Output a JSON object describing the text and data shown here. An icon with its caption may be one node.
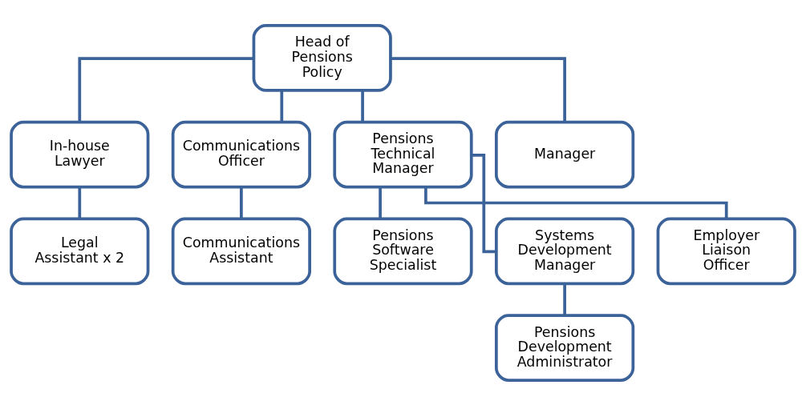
{
  "diagram": {
    "nodes": [
      {
        "text": [
          "Head of Pensions Policy"
        ]
      },
      {
        "text": [
          "In-house Lawyer"
        ]
      },
      {
        "text": [
          "Communications Officer"
        ]
      },
      {
        "text": [
          "Pensions Technical Manager"
        ]
      },
      {
        "text": [
          "Manager"
        ]
      },
      {
        "text": [
          "Legal Assistant x 2"
        ]
      },
      {
        "text": [
          "Communications Assistant"
        ]
      },
      {
        "text": [
          "Pensions Software Specialist"
        ]
      },
      {
        "text": [
          "Systems Development Manager"
        ]
      },
      {
        "text": [
          "Employer Liaison Officer"
        ]
      },
      {
        "text": [
          "Pensions Development Administrator"
        ]
      }
    ],
    "edges": [
      {
        "from": 0,
        "to": 1,
        "arrow": "none"
      },
      {
        "from": 0,
        "to": 2,
        "arrow": "none"
      },
      {
        "from": 0,
        "to": 3,
        "arrow": "none"
      },
      {
        "from": 0,
        "to": 4,
        "arrow": "none"
      },
      {
        "from": 1,
        "to": 5,
        "arrow": "none"
      },
      {
        "from": 2,
        "to": 6,
        "arrow": "none"
      },
      {
        "from": 3,
        "to": 7,
        "arrow": "none"
      },
      {
        "from": 3,
        "to": 8,
        "arrow": "none"
      },
      {
        "from": 3,
        "to": 9,
        "arrow": "none"
      },
      {
        "from": 8,
        "to": 10,
        "arrow": "none"
      }
    ]
  }
}
